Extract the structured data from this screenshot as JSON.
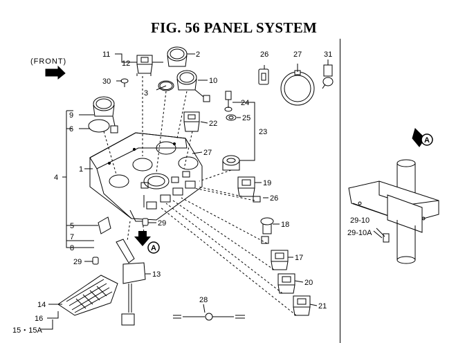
{
  "title": "FIG. 56  PANEL SYSTEM",
  "front_label": "(FRONT)",
  "callouts": {
    "c1": "1",
    "c2": "2",
    "c3": "3",
    "c4": "4",
    "c5": "5",
    "c6": "6",
    "c7": "7",
    "c8": "8",
    "c9": "9",
    "c10": "10",
    "c11": "11",
    "c12": "12",
    "c13": "13",
    "c14": "14",
    "c15": "15・15A",
    "c16": "16",
    "c17": "17",
    "c18": "18",
    "c19": "19",
    "c20": "20",
    "c21": "21",
    "c22": "22",
    "c23": "23",
    "c24": "24",
    "c25": "25",
    "c26a": "26",
    "c26b": "26",
    "c27a": "27",
    "c27b": "27",
    "c28": "28",
    "c29a": "29",
    "c29b": "29",
    "c30": "30",
    "c31": "31",
    "c2910": "29-10",
    "c2910a": "29-10A"
  },
  "view_marker": "A"
}
